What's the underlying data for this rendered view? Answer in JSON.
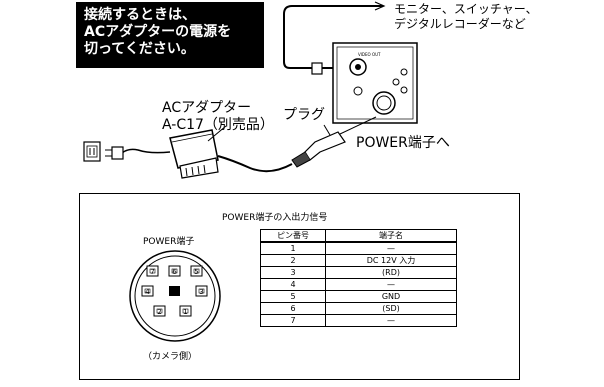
{
  "warning_box": {
    "lines": [
      "接続するときは、",
      "ACアダプターの電源を",
      "切ってください。"
    ]
  },
  "monitor_label": {
    "lines": [
      "モニター、スイッチャー、",
      "デジタルレコーダーなど"
    ]
  },
  "adapter_label": {
    "lines": [
      "ACアダプター",
      "A-C17（別売品）"
    ]
  },
  "plug_label": "プラグ",
  "power_terminal_label": "POWER端子へ",
  "pin_panel": {
    "table_title": "POWER端子の入出力信号",
    "connector_title": "POWER端子",
    "connector_caption": "（カメラ側）",
    "connector_pins": [
      "7",
      "6",
      "5",
      "4",
      "3",
      "2",
      "1"
    ],
    "headers": [
      "ピン番号",
      "端子名"
    ],
    "rows": [
      [
        "1",
        "—"
      ],
      [
        "2",
        "DC 12V 入力"
      ],
      [
        "3",
        "(RD)"
      ],
      [
        "4",
        "—"
      ],
      [
        "5",
        "GND"
      ],
      [
        "6",
        "(SD)"
      ],
      [
        "7",
        "—"
      ]
    ]
  }
}
